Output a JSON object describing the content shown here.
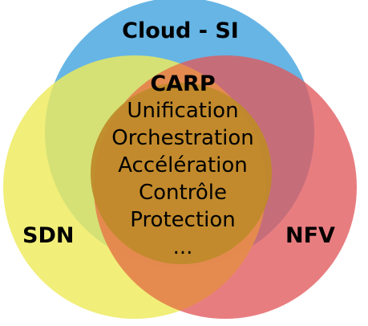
{
  "circles": {
    "cloud": {
      "label": "Cloud - SI",
      "color": "#4ba8e0"
    },
    "sdn": {
      "label": "SDN",
      "color": "#eeea5c"
    },
    "nfv": {
      "label": "NFV",
      "color": "#e2585c"
    },
    "center": {
      "color": "#c08a2a"
    }
  },
  "center": {
    "title": "CARP",
    "items": [
      "Unification",
      "Orchestration",
      "Accélération",
      "Contrôle",
      "Protection",
      "..."
    ]
  }
}
